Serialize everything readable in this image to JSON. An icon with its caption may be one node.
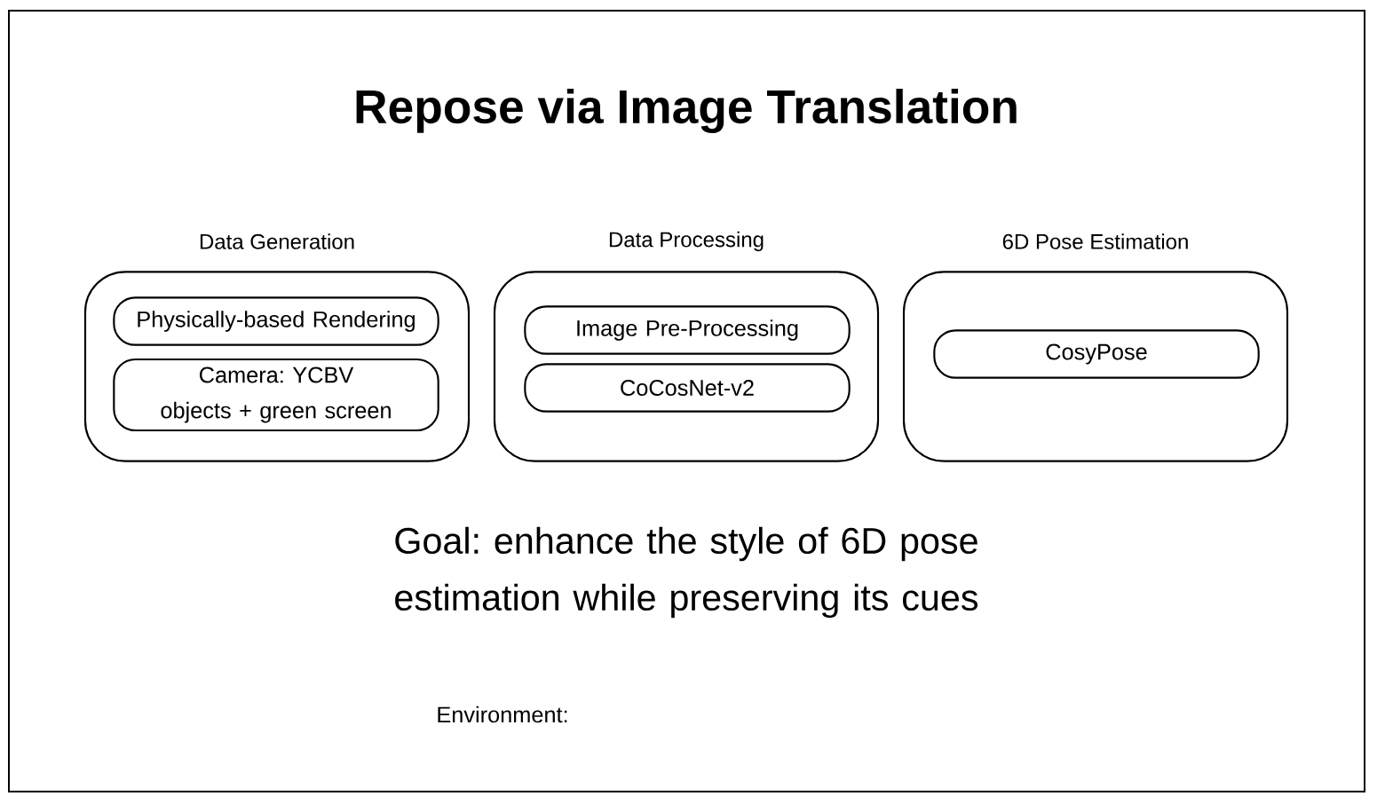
{
  "diagram": {
    "title": "Repose via Image Translation",
    "nodes": [
      {
        "text": [
          "Data Generation"
        ]
      },
      {
        "text": [
          "Physically-based Rendering"
        ],
        "in": 0
      },
      {
        "text": [
          "Camera: YCBV objects + green screen"
        ],
        "in": 0
      },
      {
        "text": [
          "Data Processing"
        ]
      },
      {
        "text": [
          "Image Pre-Processing"
        ],
        "in": 3
      },
      {
        "text": [
          "CoCosNet-v2"
        ],
        "in": 3
      },
      {
        "text": [
          "6D Pose Estimation"
        ]
      },
      {
        "text": [
          "CosyPose"
        ],
        "in": 6
      }
    ],
    "labels": [
      "Goal: enhance the style of 6D pose estimation while preserving its cues",
      "Environment:"
    ]
  }
}
